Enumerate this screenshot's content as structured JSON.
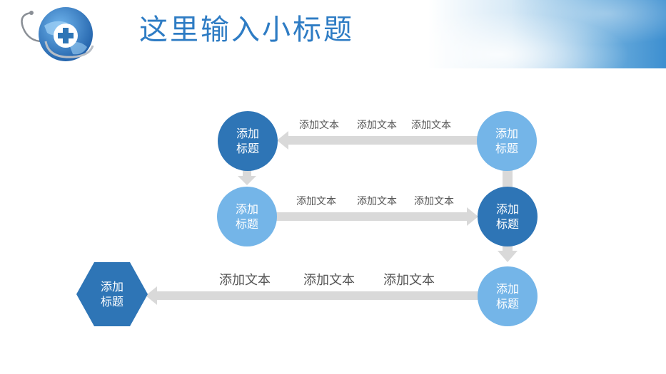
{
  "header": {
    "title": "这里输入小标题"
  },
  "diagram": {
    "nodes": [
      {
        "id": "top-left",
        "text": "添加标题"
      },
      {
        "id": "top-right",
        "text": "添加标题"
      },
      {
        "id": "mid-left",
        "text": "添加标题"
      },
      {
        "id": "mid-right",
        "text": "添加标题"
      },
      {
        "id": "bottom-right",
        "text": "添加标题"
      },
      {
        "id": "hexagon",
        "text": "添加标题"
      }
    ],
    "row1_labels": [
      "添加文本",
      "添加文本",
      "添加文本"
    ],
    "row2_labels": [
      "添加文本",
      "添加文本",
      "添加文本"
    ],
    "row3_labels": [
      "添加文本",
      "添加文本",
      "添加文本"
    ]
  },
  "colors": {
    "title": "#2e7cc4",
    "node_dark": "#2e75b6",
    "node_light": "#74b5e8",
    "arrow": "#d9d9d9"
  }
}
